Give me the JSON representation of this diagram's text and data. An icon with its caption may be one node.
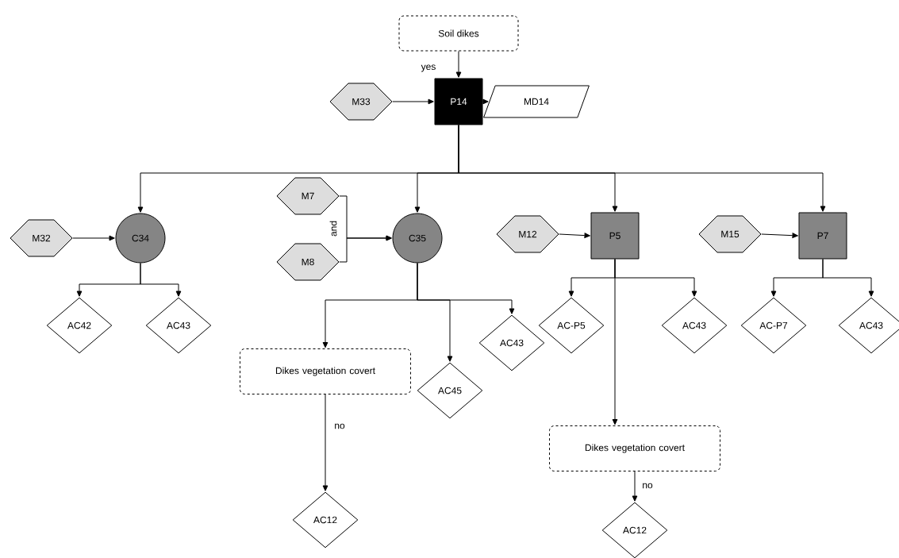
{
  "diagram": {
    "nodes": [
      {
        "text": [
          "Soil dikes"
        ]
      },
      {
        "text": [
          "M33"
        ]
      },
      {
        "text": [
          "P14"
        ]
      },
      {
        "text": [
          "MD14"
        ]
      },
      {
        "text": [
          "M32"
        ]
      },
      {
        "text": [
          "C34"
        ]
      },
      {
        "text": [
          "AC42"
        ]
      },
      {
        "text": [
          "AC43"
        ]
      },
      {
        "text": [
          "M7"
        ]
      },
      {
        "text": [
          "M8"
        ]
      },
      {
        "text": [
          "C35"
        ]
      },
      {
        "text": [
          "Dikes vegetation covert"
        ]
      },
      {
        "text": [
          "AC45"
        ]
      },
      {
        "text": [
          "AC43"
        ]
      },
      {
        "text": [
          "AC12"
        ]
      },
      {
        "text": [
          "M12"
        ]
      },
      {
        "text": [
          "P5"
        ]
      },
      {
        "text": [
          "AC-P5"
        ]
      },
      {
        "text": [
          "AC43"
        ]
      },
      {
        "text": [
          "Dikes vegetation covert"
        ]
      },
      {
        "text": [
          "AC12"
        ]
      },
      {
        "text": [
          "M15"
        ]
      },
      {
        "text": [
          "P7"
        ]
      },
      {
        "text": [
          "AC-P7"
        ]
      },
      {
        "text": [
          "AC43"
        ]
      }
    ],
    "edges": [
      {
        "from": 0,
        "to": 2,
        "arrow": "to",
        "label": "yes"
      },
      {
        "from": 1,
        "to": 2,
        "arrow": "to"
      },
      {
        "from": 2,
        "to": 3,
        "arrow": "to"
      },
      {
        "from": 2,
        "to": 5,
        "arrow": "to"
      },
      {
        "from": 2,
        "to": 10,
        "arrow": "to"
      },
      {
        "from": 2,
        "to": 16,
        "arrow": "to"
      },
      {
        "from": 2,
        "to": 22,
        "arrow": "to"
      },
      {
        "from": 4,
        "to": 5,
        "arrow": "to"
      },
      {
        "from": 5,
        "to": 6,
        "arrow": "to"
      },
      {
        "from": 5,
        "to": 7,
        "arrow": "to"
      },
      {
        "from": 8,
        "to": 10,
        "arrow": "to",
        "label": "and"
      },
      {
        "from": 9,
        "to": 10,
        "arrow": "to"
      },
      {
        "from": 10,
        "to": 11,
        "arrow": "to"
      },
      {
        "from": 10,
        "to": 12,
        "arrow": "to"
      },
      {
        "from": 10,
        "to": 13,
        "arrow": "to"
      },
      {
        "from": 11,
        "to": 14,
        "arrow": "to",
        "label": "no"
      },
      {
        "from": 15,
        "to": 16,
        "arrow": "to"
      },
      {
        "from": 16,
        "to": 17,
        "arrow": "to"
      },
      {
        "from": 16,
        "to": 18,
        "arrow": "to"
      },
      {
        "from": 16,
        "to": 19,
        "arrow": "to"
      },
      {
        "from": 19,
        "to": 20,
        "arrow": "to",
        "label": "no"
      },
      {
        "from": 21,
        "to": 22,
        "arrow": "to"
      },
      {
        "from": 22,
        "to": 23,
        "arrow": "to"
      },
      {
        "from": 22,
        "to": 24,
        "arrow": "to"
      }
    ]
  }
}
